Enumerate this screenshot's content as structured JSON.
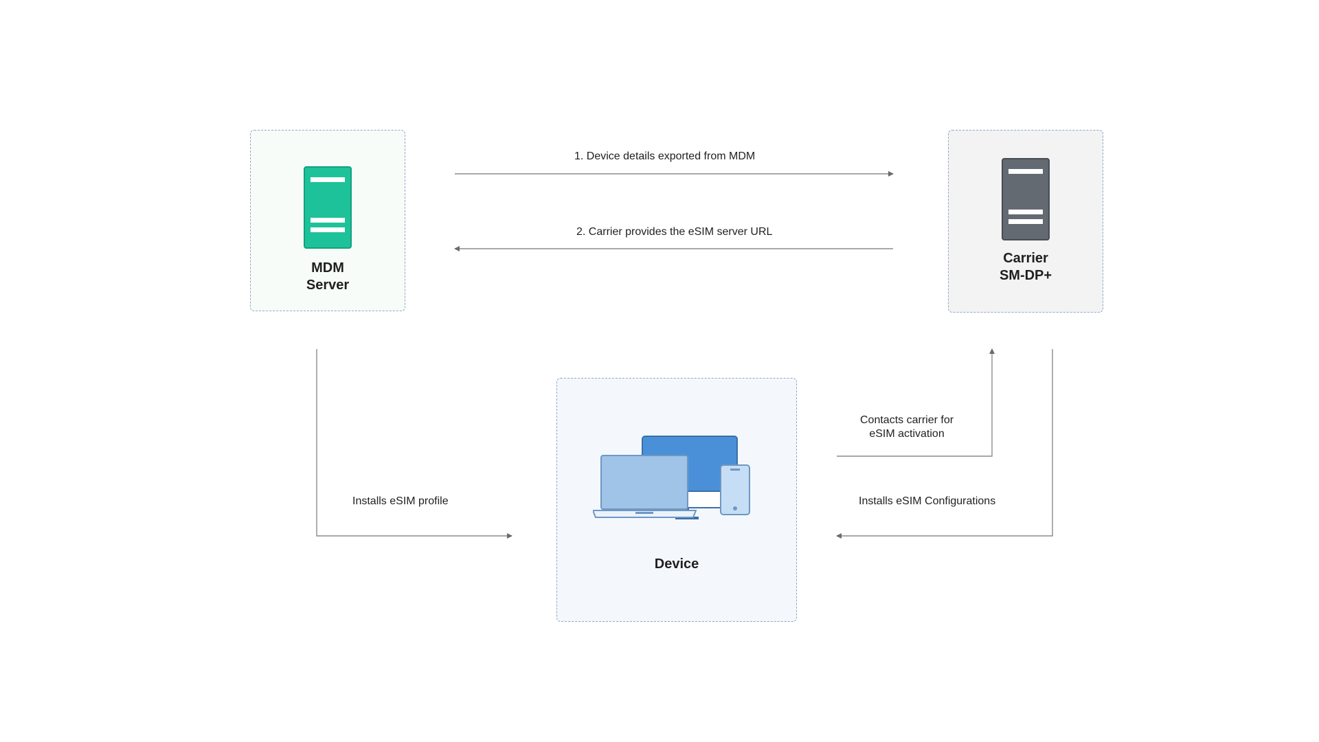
{
  "nodes": {
    "mdm": {
      "label_line1": "MDM",
      "label_line2": "Server",
      "icon": "server-icon",
      "color": "#1ec29a"
    },
    "carrier": {
      "label_line1": "Carrier",
      "label_line2": "SM-DP+",
      "icon": "server-icon",
      "color": "#646a72"
    },
    "device": {
      "label": "Device",
      "icon": "devices-icon",
      "colors": [
        "#4a90d9",
        "#9fc4e8",
        "#c6def5"
      ]
    }
  },
  "edges": {
    "step1": "1.  Device details exported from MDM",
    "step2": "2. Carrier provides the eSIM server URL",
    "installs_profile": "Installs eSIM profile",
    "contacts_line1": "Contacts carrier for",
    "contacts_line2": "eSIM activation",
    "installs_config": "Installs eSIM Configurations"
  }
}
